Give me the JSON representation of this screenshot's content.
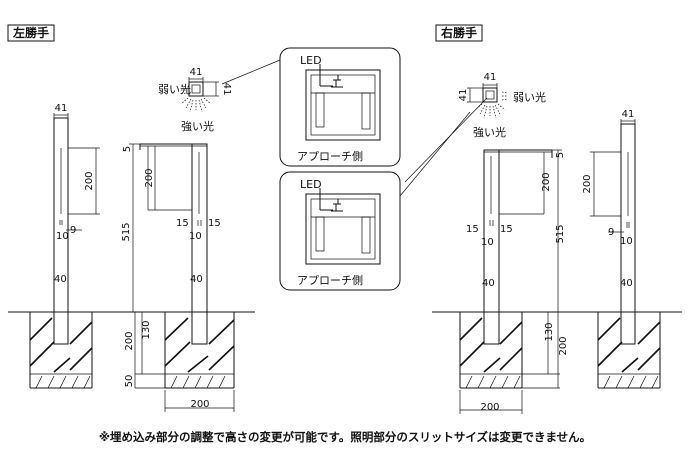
{
  "labels": {
    "left_hand": "左勝手",
    "right_hand": "右勝手",
    "weak_light": "弱い光",
    "strong_light": "強い光",
    "led": "LED",
    "approach_side": "アプローチ側"
  },
  "dimensions": {
    "d41": "41",
    "d200": "200",
    "d9": "9",
    "d10": "10",
    "d40": "40",
    "d5": "5",
    "d515": "515",
    "d15": "15",
    "d130": "130",
    "d50": "50"
  },
  "footnote": "※埋め込み部分の調整で高さの変更が可能です。照明部分のスリットサイズは変更できません。"
}
